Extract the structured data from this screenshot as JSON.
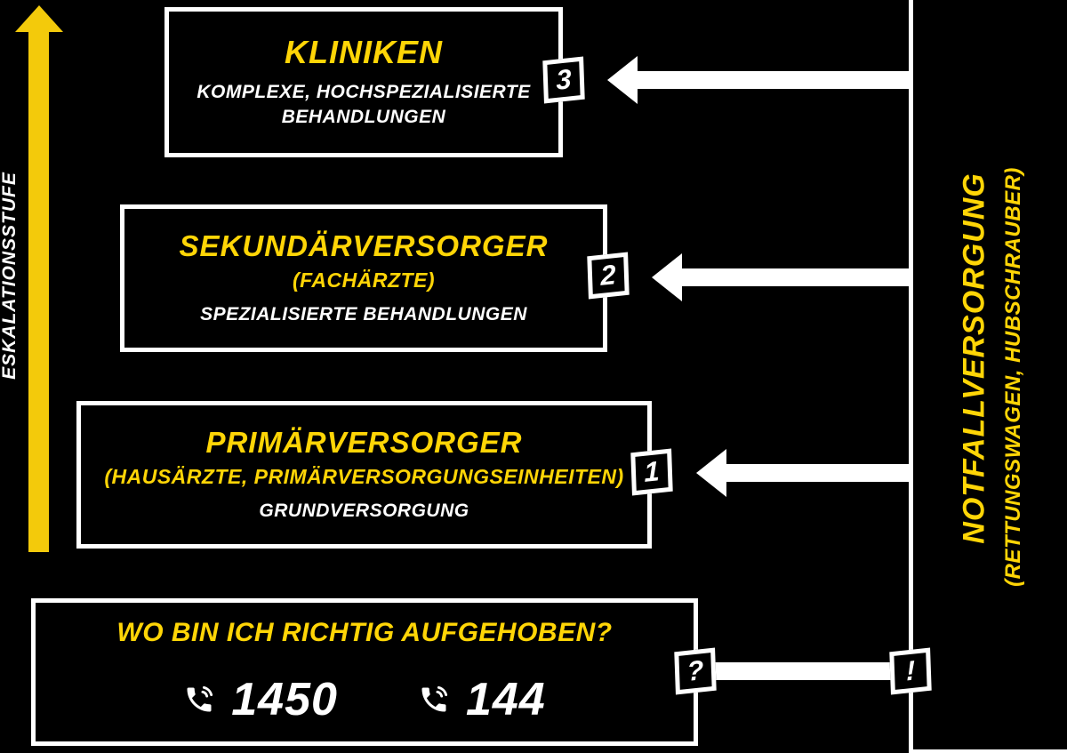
{
  "colors": {
    "background": "#000000",
    "accent_yellow": "#ffd506",
    "arrow_yellow": "#f3ca0b",
    "white": "#ffffff"
  },
  "escalation_axis": {
    "label": "ESKALATIONSSTUFE"
  },
  "levels": [
    {
      "badge": "3",
      "title": "KLINIKEN",
      "description": "KOMPLEXE, HOCHSPEZIALISIERTE BEHANDLUNGEN"
    },
    {
      "badge": "2",
      "title": "SEKUNDÄRVERSORGER",
      "subtitle": "(FACHÄRZTE)",
      "description": "SPEZIALISIERTE BEHANDLUNGEN"
    },
    {
      "badge": "1",
      "title": "PRIMÄRVERSORGER",
      "subtitle": "(HAUSÄRZTE, PRIMÄRVERSORGUNGSEINHEITEN)",
      "description": "GRUNDVERSORGUNG"
    }
  ],
  "question_box": {
    "badge": "?",
    "title": "WO BIN ICH RICHTIG AUFGEHOBEN?",
    "phones": [
      {
        "number": "1450"
      },
      {
        "number": "144"
      }
    ]
  },
  "emergency_bar": {
    "badge": "!",
    "title": "NOTFALLVERSORGUNG",
    "subtitle": "(RETTUNGSWAGEN, HUBSCHRAUBER)"
  }
}
